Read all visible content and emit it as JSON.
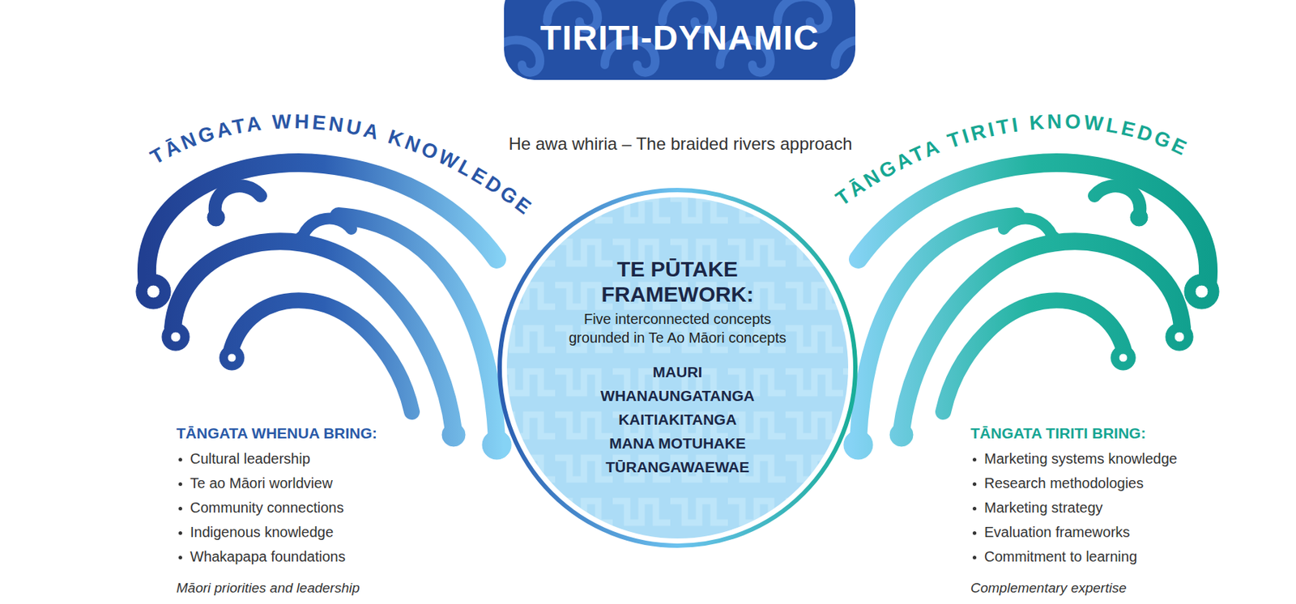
{
  "diagram": {
    "title": "TIRITI-DYNAMIC",
    "nodes": [
      {
        "text": [
          "TE PŪTAKE FRAMEWORK:",
          "Five interconnected concepts grounded in Te Ao Māori concepts",
          "MAURI",
          "WHANAUNGATANGA",
          "KAITIAKITANGA",
          "MANA MOTUHAKE",
          "TŪRANGAWAEWAE"
        ]
      }
    ],
    "labels": [
      "TĀNGATA WHENUA KNOWLEDGE",
      "He awa whiria – The braided rivers approach",
      "TĀNGATA TIRITI KNOWLEDGE",
      "TĀNGATA WHENUA BRING:",
      "Cultural leadership",
      "Te ao Māori worldview",
      "Community connections",
      "Indigenous knowledge",
      "Whakapapa foundations",
      "Māori priorities and leadership",
      "TĀNGATA TIRITI BRING:",
      "Marketing systems knowledge",
      "Research methodologies",
      "Marketing strategy",
      "Evaluation frameworks",
      "Commitment to learning",
      "Complementary expertise"
    ]
  }
}
